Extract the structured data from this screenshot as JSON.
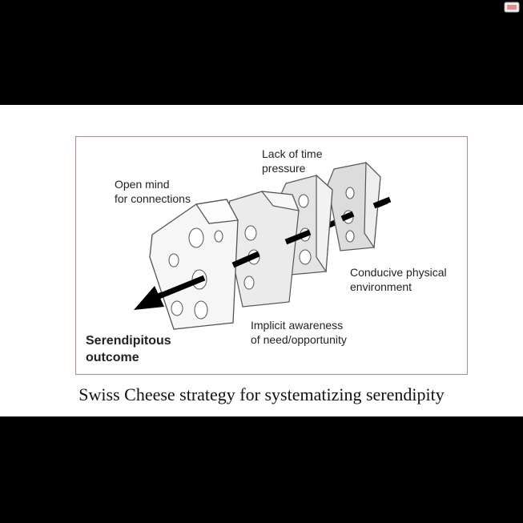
{
  "diagram": {
    "labels": {
      "open_mind": "Open mind\nfor connections",
      "lack_time": "Lack of time\npressure",
      "conducive": "Conducive physical\nenvironment",
      "implicit": "Implicit awareness\nof need/opportunity",
      "outcome": "Serendipitous\noutcome"
    }
  },
  "caption": "Swiss Cheese strategy for systematizing serendipity",
  "colors": {
    "cheese_face": "#f6f6f6",
    "cheese_shade": "#dcdcdc",
    "outline": "#555555",
    "arrow": "#000000",
    "frame": "#c2877f"
  }
}
